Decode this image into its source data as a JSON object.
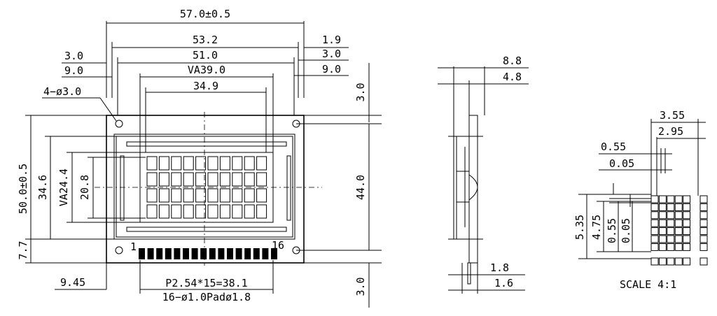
{
  "front": {
    "w_total": "57.0±0.5",
    "w_pcb_inner": "53.2",
    "w_hole_pitch": "51.0",
    "w_va": "VA39.0",
    "w_aa": "34.9",
    "left_3": "3.0",
    "left_9": "9.0",
    "right_19": "1.9",
    "right_30": "3.0",
    "right_90": "9.0",
    "holes": "4−ø3.0",
    "top_30": "3.0",
    "h_total": "50.0±0.5",
    "h_346": "34.6",
    "h_va": "VA24.4",
    "h_aa": "20.8",
    "h_440": "44.0",
    "h_77": "7.7",
    "pin_first": "1",
    "pin_last": "16",
    "bottom_945": "9.45",
    "pitch": "P2.54*15=38.1",
    "pads": "16−ø1.0Padø1.8",
    "bottom_30": "3.0"
  },
  "side": {
    "d_88": "8.8",
    "d_48": "4.8",
    "d_18": "1.8",
    "d_16": "1.6"
  },
  "detail": {
    "d_355": "3.55",
    "d_295": "2.95",
    "d_055a": "0.55",
    "d_005a": "0.05",
    "d_535": "5.35",
    "d_475": "4.75",
    "d_055b": "0.55",
    "d_005b": "0.05",
    "scale": "SCALE  4:1"
  }
}
